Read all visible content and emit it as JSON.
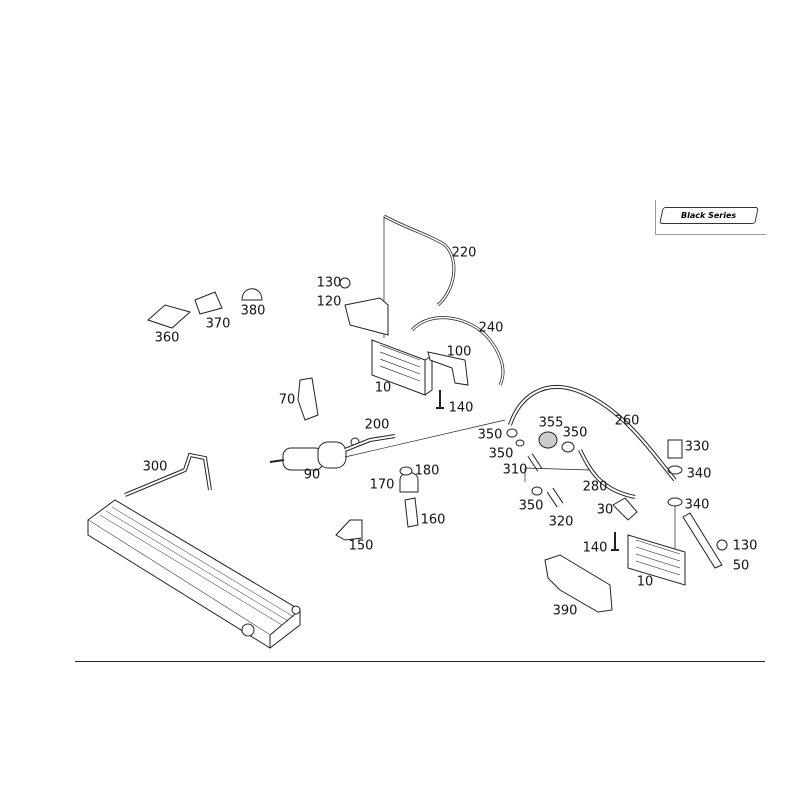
{
  "badge": {
    "label": "Black Series"
  },
  "callouts": [
    "220",
    "130",
    "120",
    "240",
    "100",
    "10",
    "140",
    "70",
    "200",
    "90",
    "180",
    "170",
    "160",
    "150",
    "300",
    "360",
    "370",
    "380",
    "260",
    "355",
    "350",
    "350",
    "350",
    "310",
    "330",
    "340",
    "280",
    "340",
    "30",
    "350",
    "320",
    "140",
    "130",
    "50",
    "10",
    "390"
  ]
}
